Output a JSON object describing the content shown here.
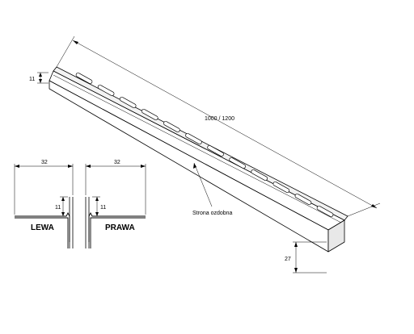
{
  "dimensions": {
    "length": "1000 / 1200",
    "lip_height": "11",
    "profile_height": "27",
    "left_width": "32",
    "left_lip": "11",
    "right_width": "32",
    "right_lip": "11"
  },
  "callout": {
    "decorative_side": "Strona ozdobna"
  },
  "sections": {
    "left": "LEWA",
    "right": "PRAWA"
  }
}
